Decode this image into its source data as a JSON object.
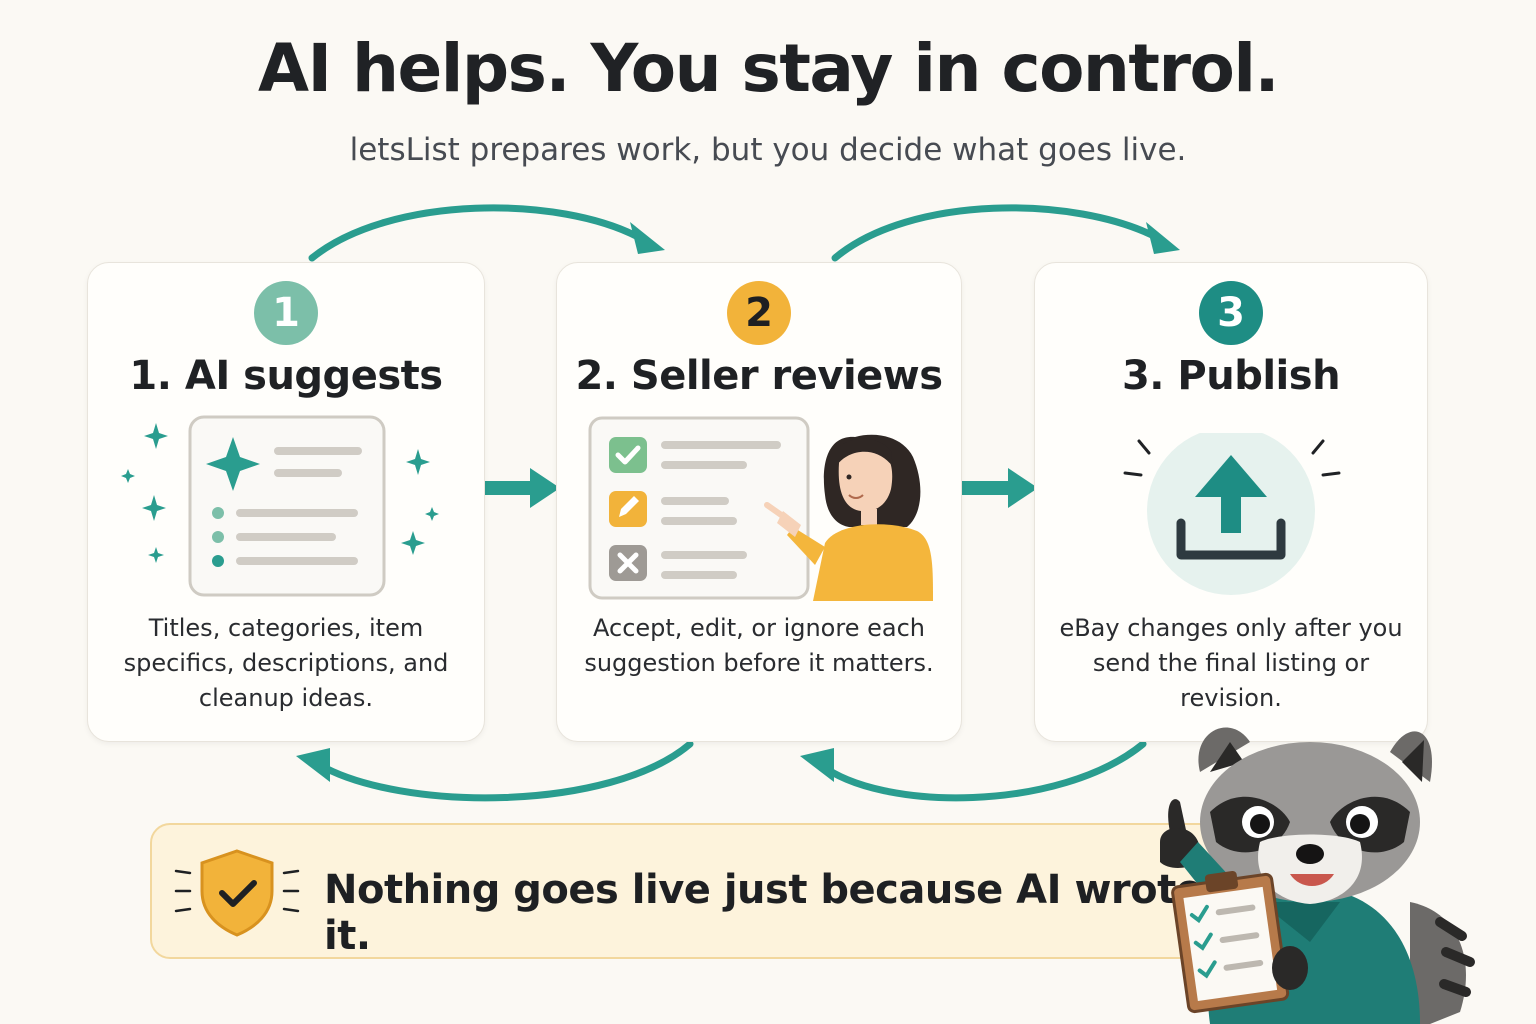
{
  "header": {
    "title": "AI helps. You stay in control.",
    "subtitle": "letsList prepares work, but you decide what goes live."
  },
  "steps": [
    {
      "badge": "1",
      "title": "1. AI suggests",
      "description": "Titles, categories, item specifics, descriptions, and cleanup ideas.",
      "badge_color": "#7cbfa9",
      "icon": "ai-suggestion-document-icon"
    },
    {
      "badge": "2",
      "title": "2. Seller reviews",
      "description": "Accept, edit, or ignore each suggestion before it matters.",
      "badge_color": "#f2b33a",
      "icon": "review-checklist-icon"
    },
    {
      "badge": "3",
      "title": "3. Publish",
      "description": "eBay changes only after you send the final listing or revision.",
      "badge_color": "#1e8d84",
      "icon": "upload-icon"
    }
  ],
  "banner": {
    "text": "Nothing goes live just because AI wrote it.",
    "icon": "shield-check-icon"
  },
  "colors": {
    "teal": "#2a9d8f",
    "amber": "#f2b33a",
    "background": "#fbf9f4"
  }
}
